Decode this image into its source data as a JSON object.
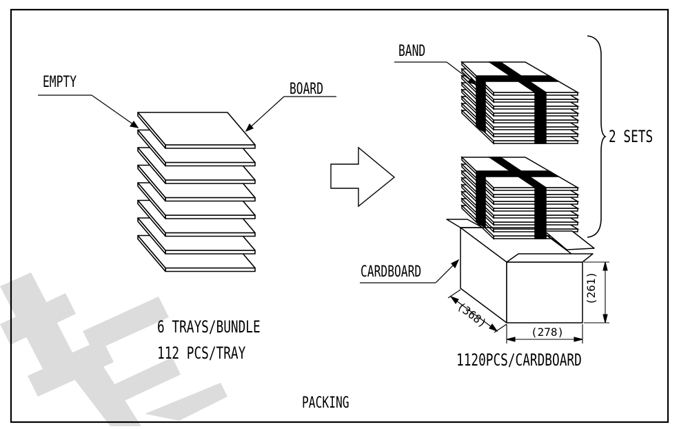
{
  "labels": {
    "empty": "EMPTY",
    "board": "BOARD",
    "band": "BAND",
    "sets": "2 SETS",
    "cardboard": "CARDBOARD",
    "trays_per_bundle": "6 TRAYS/BUNDLE",
    "pcs_per_tray": "112 PCS/TRAY",
    "pcs_per_cardboard": "1120PCS/CARDBOARD",
    "title": "PACKING"
  },
  "dimensions": {
    "length": "(368)",
    "width": "(278)",
    "height": "(261)"
  },
  "colors": {
    "line": "#000000",
    "watermark": "#d9d9d9",
    "background": "#ffffff"
  }
}
